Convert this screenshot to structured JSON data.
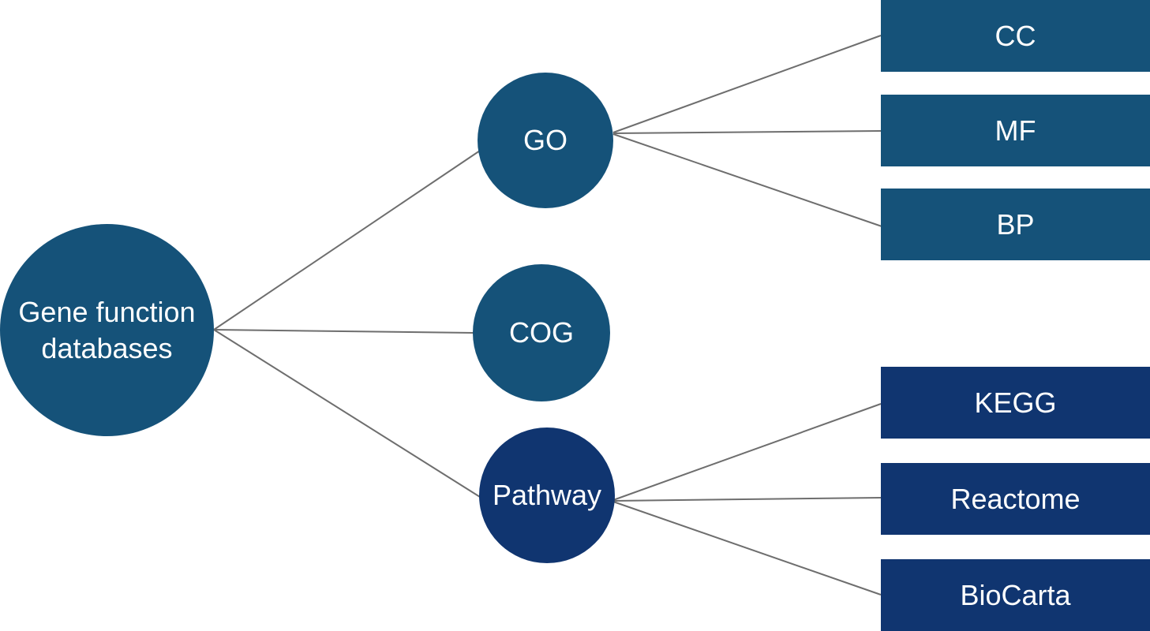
{
  "root": {
    "label": "Gene function\ndatabases"
  },
  "categories": [
    {
      "id": "go",
      "label": "GO",
      "children": [
        "CC",
        "MF",
        "BP"
      ]
    },
    {
      "id": "cog",
      "label": "COG",
      "children": []
    },
    {
      "id": "pathway",
      "label": "Pathway",
      "children": [
        "KEGG",
        "Reactome",
        "BioCarta"
      ]
    }
  ],
  "colors": {
    "teal": "#155279",
    "navy": "#103570",
    "connector": "#6e6e6e"
  }
}
